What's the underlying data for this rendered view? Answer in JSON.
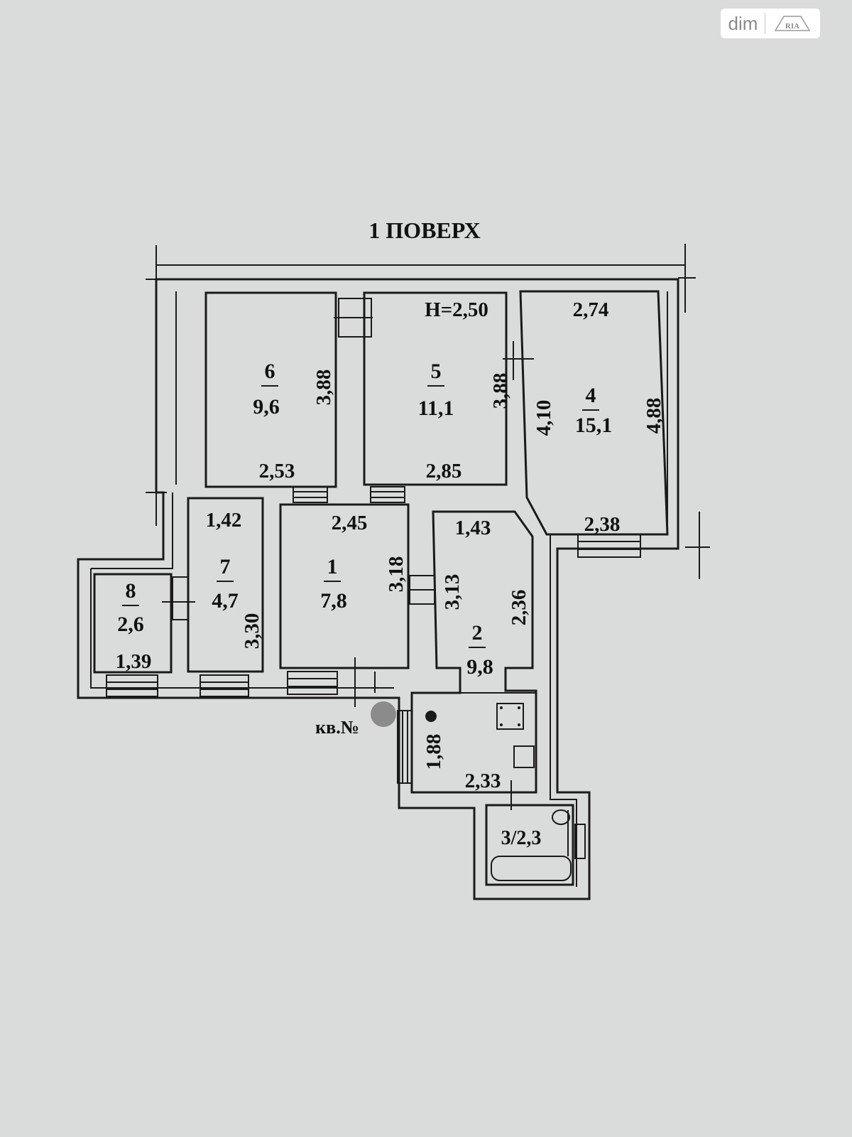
{
  "title": "1 ПОВЕРХ",
  "watermark": {
    "text": "dim",
    "seal": "RIA"
  },
  "ceiling_height": "Н=2,50",
  "apartment_label": "кв.№",
  "rooms": {
    "r1": {
      "number": "1",
      "area": "7,8"
    },
    "r2": {
      "number": "2",
      "area": "9,8"
    },
    "r3": {
      "label": "3/2,3"
    },
    "r4": {
      "number": "4",
      "area": "15,1"
    },
    "r5": {
      "number": "5",
      "area": "11,1"
    },
    "r6": {
      "number": "6",
      "area": "9,6"
    },
    "r7": {
      "number": "7",
      "area": "4,7"
    },
    "r8": {
      "number": "8",
      "area": "2,6"
    }
  },
  "dimensions": {
    "r6_height": "3,88",
    "r6_width": "2,53",
    "r5_height": "3,88",
    "r5_width": "2,85",
    "r4_top": "2,74",
    "r4_left": "4,10",
    "r4_right": "4,88",
    "r4_bottom": "2,38",
    "r7_top": "1,42",
    "r7_height": "3,30",
    "r8_bottom": "1,39",
    "r1_top": "2,45",
    "r1_height": "3,18",
    "r2_top": "1,43",
    "r2_left": "3,13",
    "r2_right": "2,36",
    "kitchen_height": "1,88",
    "kitchen_width": "2,33"
  },
  "colors": {
    "background": "#d9dcdb",
    "ink": "#1a1a1a"
  }
}
